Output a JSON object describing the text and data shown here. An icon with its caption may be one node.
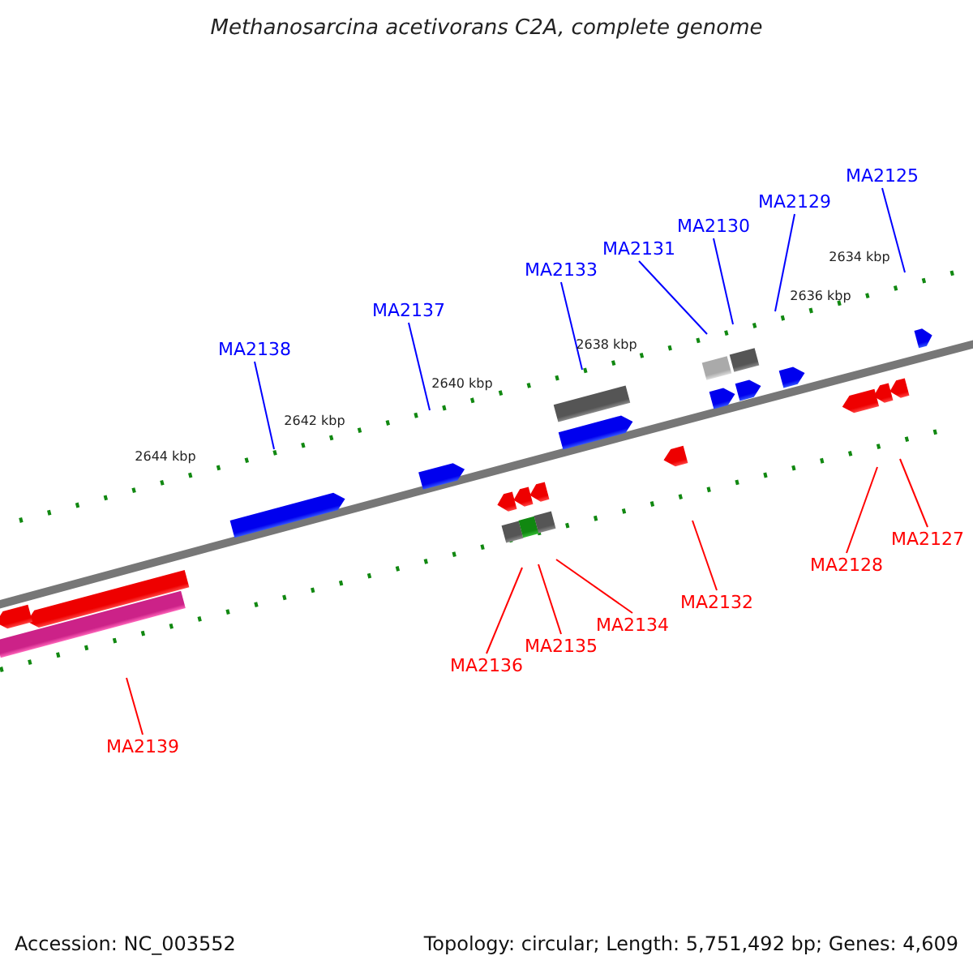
{
  "diagram": {
    "title": "Methanosarcina acetivorans C2A, complete genome",
    "nodes": [
      {
        "text": [
          "MA2125"
        ]
      },
      {
        "text": [
          "MA2129"
        ]
      },
      {
        "text": [
          "MA2130"
        ]
      },
      {
        "text": [
          "MA2131"
        ]
      },
      {
        "text": [
          "MA2133"
        ]
      },
      {
        "text": [
          "MA2137"
        ]
      },
      {
        "text": [
          "MA2138"
        ]
      },
      {
        "text": [
          "MA2127"
        ]
      },
      {
        "text": [
          "MA2128"
        ]
      },
      {
        "text": [
          "MA2132"
        ]
      },
      {
        "text": [
          "MA2134"
        ]
      },
      {
        "text": [
          "MA2135"
        ]
      },
      {
        "text": [
          "MA2136"
        ]
      },
      {
        "text": [
          "MA2139"
        ]
      }
    ],
    "edges": [
      {
        "from": 0,
        "to": null,
        "arrow": "none",
        "color": "#0000ff"
      },
      {
        "from": 1,
        "to": null,
        "arrow": "none",
        "color": "#0000ff"
      },
      {
        "from": 2,
        "to": null,
        "arrow": "none",
        "color": "#0000ff"
      },
      {
        "from": 3,
        "to": null,
        "arrow": "none",
        "color": "#0000ff"
      },
      {
        "from": 4,
        "to": null,
        "arrow": "none",
        "color": "#0000ff"
      },
      {
        "from": 5,
        "to": null,
        "arrow": "none",
        "color": "#0000ff"
      },
      {
        "from": 6,
        "to": null,
        "arrow": "none",
        "color": "#0000ff"
      },
      {
        "from": 7,
        "to": null,
        "arrow": "none",
        "color": "#ff0000"
      },
      {
        "from": 8,
        "to": null,
        "arrow": "none",
        "color": "#ff0000"
      },
      {
        "from": 9,
        "to": null,
        "arrow": "none",
        "color": "#ff0000"
      },
      {
        "from": 10,
        "to": null,
        "arrow": "none",
        "color": "#ff0000"
      },
      {
        "from": 11,
        "to": null,
        "arrow": "none",
        "color": "#ff0000"
      },
      {
        "from": 12,
        "to": null,
        "arrow": "none",
        "color": "#ff0000"
      },
      {
        "from": 13,
        "to": null,
        "arrow": "none",
        "color": "#ff0000"
      }
    ],
    "labels": [
      "2634 kbp",
      "2636 kbp",
      "2638 kbp",
      "2640 kbp",
      "2642 kbp",
      "2644 kbp",
      "Accession: NC_003552",
      "Topology: circular; Length: 5,751,492 bp; Genes: 4,609"
    ]
  }
}
